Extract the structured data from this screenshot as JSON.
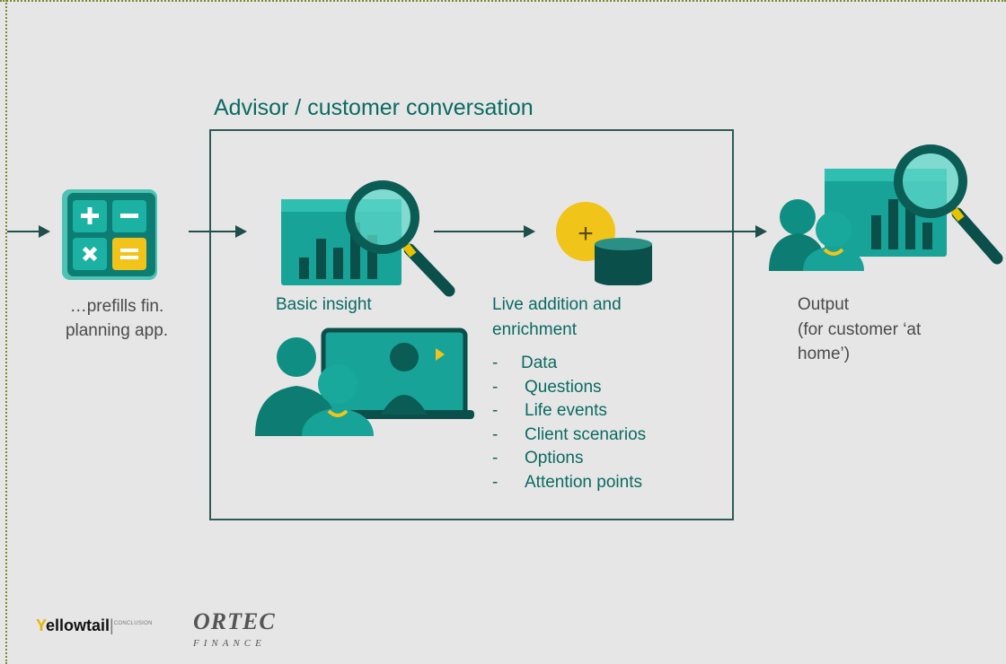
{
  "diagram": {
    "box_title": "Advisor / customer conversation",
    "calculator_label": [
      "…prefills fin.",
      "planning app."
    ],
    "basic_insight_label": "Basic insight",
    "live_label": [
      "Live addition and",
      "enrichment"
    ],
    "live_items": [
      "Data",
      "Questions",
      "Life events",
      "Client scenarios",
      "Options",
      "Attention points"
    ],
    "list_dash": "-",
    "output_label": [
      "Output",
      "(for customer ‘at",
      "home’)"
    ],
    "plus_symbol": "+"
  },
  "logos": {
    "yellowtail_first": "Y",
    "yellowtail_rest": "ellowtail",
    "yellowtail_sep": "|",
    "conclusion": "CONCLUSION",
    "ortec": "ORTEC",
    "finance": "FINANCE"
  },
  "colors": {
    "teal_dark": "#0a6b62",
    "teal": "#17a398",
    "teal_light": "#4ccdbf",
    "yellow": "#f0c419",
    "background": "#e6e6e6"
  },
  "icons": [
    "calculator-icon",
    "insight-chart-magnifier-icon",
    "advisor-video-call-icon",
    "plus-database-icon",
    "output-customers-chart-icon"
  ]
}
